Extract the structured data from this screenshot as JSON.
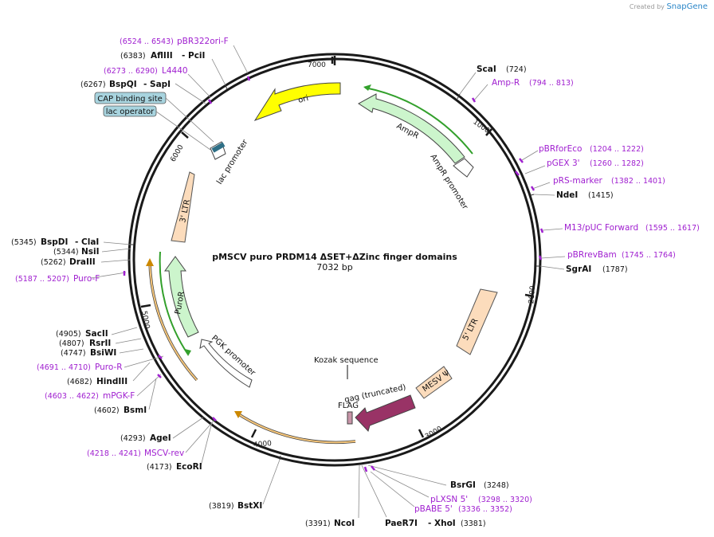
{
  "watermark": {
    "prefix": "Created by",
    "brand": "SnapGene"
  },
  "plasmid": {
    "name": "pMSCV puro PRDM14 ΔSET+ΔZinc finger domains",
    "size": "7032 bp"
  },
  "ticks": [
    "1000",
    "2000",
    "3000",
    "4000",
    "5000",
    "6000",
    "7000"
  ],
  "features": {
    "ori": "ori",
    "ampr": "AmpR",
    "ampr_promoter": "AmpR promoter",
    "ltr5": "5' LTR",
    "mesv": "MESV Ψ",
    "kozak": "Kozak sequence",
    "gag": "gag (truncated)",
    "flag": "FLAG",
    "puror": "PuroR",
    "pgk": "PGK promoter",
    "ltr3": "3' LTR",
    "lac_promoter": "lac promoter",
    "cap": "CAP binding site",
    "lac_operator": "lac operator"
  },
  "sites": {
    "pbr322ori_f": {
      "pos": "(6524 .. 6543)",
      "name": "pBR322ori-F"
    },
    "aflIII": {
      "pos": "(6383)",
      "name": "AflIII",
      "suffix": "- PciI"
    },
    "l4440": {
      "pos": "(6273 .. 6290)",
      "name": "L4440"
    },
    "bspQI": {
      "pos": "(6267)",
      "name": "BspQI",
      "suffix": "- SapI"
    },
    "scaI": {
      "pos": "(724)",
      "name": "ScaI"
    },
    "ampR_primer": {
      "pos": "(794 .. 813)",
      "name": "Amp-R"
    },
    "pbrforeco": {
      "pos": "(1204 .. 1222)",
      "name": "pBRforEco"
    },
    "pgex3": {
      "pos": "(1260 .. 1282)",
      "name": "pGEX 3'"
    },
    "prs_marker": {
      "pos": "(1382 .. 1401)",
      "name": "pRS-marker"
    },
    "ndeI": {
      "pos": "(1415)",
      "name": "NdeI"
    },
    "m13": {
      "pos": "(1595 .. 1617)",
      "name": "M13/pUC Forward"
    },
    "pbrrevbam": {
      "pos": "(1745 .. 1764)",
      "name": "pBRrevBam"
    },
    "sgrAI": {
      "pos": "(1787)",
      "name": "SgrAI"
    },
    "bspDI": {
      "pos": "(5345)",
      "name": "BspDI",
      "suffix": "- ClaI"
    },
    "nsiI": {
      "pos": "(5344)",
      "name": "NsiI"
    },
    "draIII": {
      "pos": "(5262)",
      "name": "DraIII"
    },
    "puro_f": {
      "pos": "(5187 .. 5207)",
      "name": "Puro-F"
    },
    "sacII": {
      "pos": "(4905)",
      "name": "SacII"
    },
    "rsrII": {
      "pos": "(4807)",
      "name": "RsrII"
    },
    "bsiWI": {
      "pos": "(4747)",
      "name": "BsiWI"
    },
    "puro_r": {
      "pos": "(4691 .. 4710)",
      "name": "Puro-R"
    },
    "hindIII": {
      "pos": "(4682)",
      "name": "HindIII"
    },
    "mpgk_f": {
      "pos": "(4603 .. 4622)",
      "name": "mPGK-F"
    },
    "bsmI": {
      "pos": "(4602)",
      "name": "BsmI"
    },
    "ageI": {
      "pos": "(4293)",
      "name": "AgeI"
    },
    "mscv_rev": {
      "pos": "(4218 .. 4241)",
      "name": "MSCV-rev"
    },
    "ecoRI": {
      "pos": "(4173)",
      "name": "EcoRI"
    },
    "bstXI": {
      "pos": "(3819)",
      "name": "BstXI"
    },
    "ncoI": {
      "pos": "(3391)",
      "name": "NcoI"
    },
    "paeR7I": {
      "pos": "(3381)",
      "name": "PaeR7I",
      "suffix": "- XhoI"
    },
    "bsrGI": {
      "pos": "(3248)",
      "name": "BsrGI"
    },
    "plxsn5": {
      "pos": "(3298 .. 3320)",
      "name": "pLXSN 5'"
    },
    "pbabe5": {
      "pos": "(3336 .. 3352)",
      "name": "pBABE 5'"
    }
  },
  "colors": {
    "backbone": "#1a1a1a",
    "primer": "#a020d0",
    "ori": "#ffff00",
    "ampr": "#ccf5cc",
    "ltr": "#fcdcbc",
    "gag": "#993366",
    "flag": "#c895a8",
    "cap_label_bg": "#a8d4df",
    "lac_op_box": "#2f6f86",
    "leader_line": "#888888",
    "orf_green": "#33a02c",
    "orf_orange": "#cc8800"
  }
}
